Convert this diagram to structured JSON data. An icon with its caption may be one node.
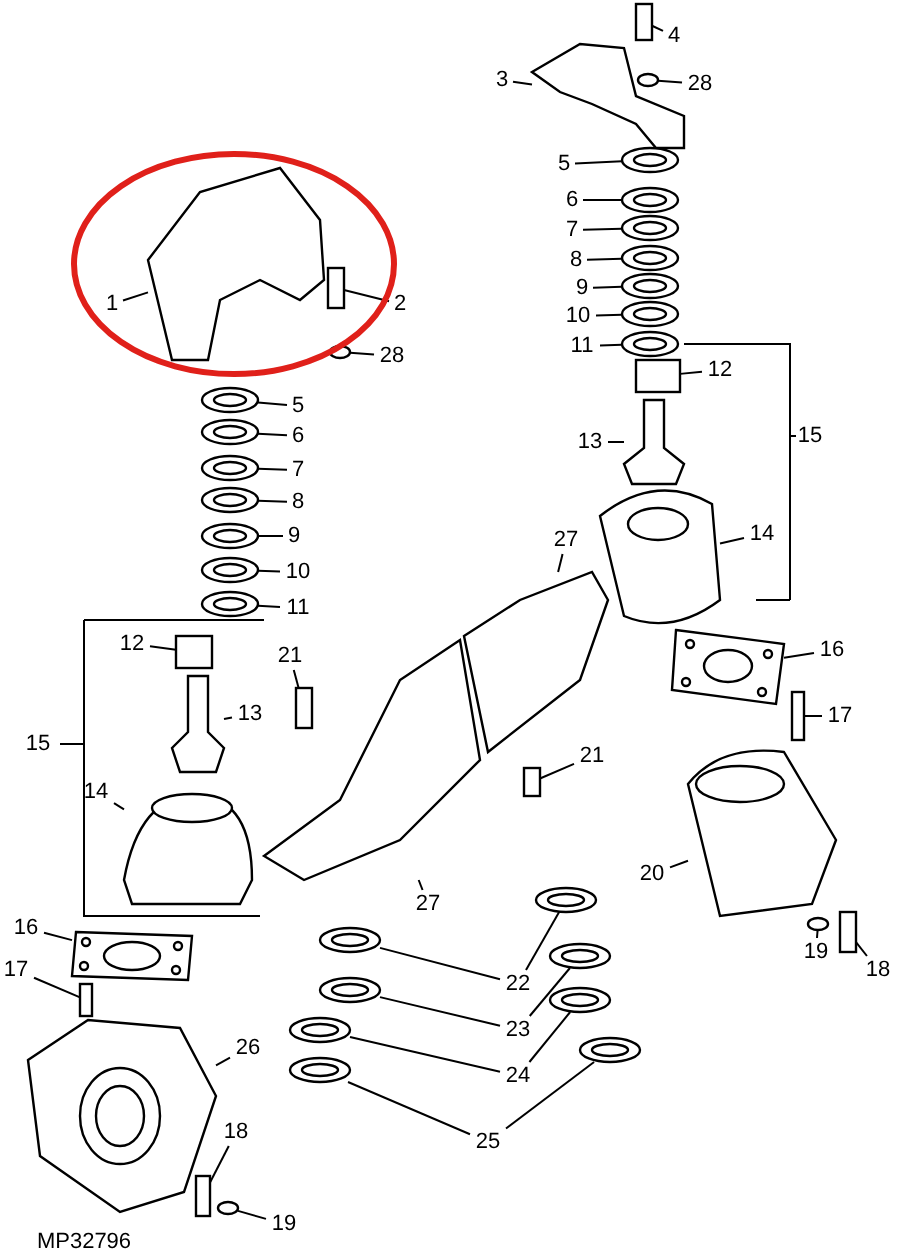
{
  "diagram": {
    "nodes": [
      {
        "text": [
          "4"
        ]
      },
      {
        "text": [
          "3"
        ]
      },
      {
        "text": [
          "28"
        ]
      },
      {
        "text": [
          "5"
        ]
      },
      {
        "text": [
          "6"
        ]
      },
      {
        "text": [
          "7"
        ]
      },
      {
        "text": [
          "8"
        ]
      },
      {
        "text": [
          "9"
        ]
      },
      {
        "text": [
          "10"
        ]
      },
      {
        "text": [
          "11"
        ]
      },
      {
        "text": [
          "1"
        ]
      },
      {
        "text": [
          "2"
        ]
      },
      {
        "text": [
          "28"
        ]
      },
      {
        "text": [
          "12"
        ]
      },
      {
        "text": [
          "5"
        ]
      },
      {
        "text": [
          "6"
        ]
      },
      {
        "text": [
          "13"
        ]
      },
      {
        "text": [
          "7"
        ]
      },
      {
        "text": [
          "8"
        ]
      },
      {
        "text": [
          "14"
        ]
      },
      {
        "text": [
          "9"
        ]
      },
      {
        "text": [
          "27"
        ]
      },
      {
        "text": [
          "10"
        ]
      },
      {
        "text": [
          "11"
        ]
      },
      {
        "text": [
          "12"
        ]
      },
      {
        "text": [
          "16"
        ]
      },
      {
        "text": [
          "21"
        ]
      },
      {
        "text": [
          "17"
        ]
      },
      {
        "text": [
          "13"
        ]
      },
      {
        "text": [
          "21"
        ]
      },
      {
        "text": [
          "14"
        ]
      },
      {
        "text": [
          "27"
        ]
      },
      {
        "text": [
          "20"
        ]
      },
      {
        "text": [
          "16"
        ]
      },
      {
        "text": [
          "19"
        ]
      },
      {
        "text": [
          "17"
        ]
      },
      {
        "text": [
          "18"
        ]
      },
      {
        "text": [
          "22"
        ]
      },
      {
        "text": [
          "23"
        ]
      },
      {
        "text": [
          "26"
        ]
      },
      {
        "text": [
          "24"
        ]
      },
      {
        "text": [
          "18"
        ]
      },
      {
        "text": [
          "25"
        ]
      },
      {
        "text": [
          "19"
        ]
      },
      {
        "text": [],
        "shape": "box"
      },
      {
        "text": [],
        "shape": "picture"
      },
      {
        "text": [],
        "shape": "circle"
      },
      {
        "text": [],
        "shape": "picture"
      },
      {
        "text": [],
        "shape": "picture"
      },
      {
        "text": [],
        "shape": "picture"
      },
      {
        "text": [],
        "shape": "picture"
      },
      {
        "text": [],
        "shape": "picture"
      },
      {
        "text": [],
        "shape": "picture"
      },
      {
        "text": [],
        "shape": "picture"
      },
      {
        "text": [],
        "shape": "picture"
      },
      {
        "text": [],
        "shape": "box"
      },
      {
        "text": [],
        "shape": "circle"
      },
      {
        "text": [],
        "shape": "box"
      },
      {
        "text": [],
        "shape": "picture"
      },
      {
        "text": [],
        "shape": "picture"
      },
      {
        "text": [],
        "shape": "picture"
      },
      {
        "text": [],
        "shape": "picture"
      },
      {
        "text": [],
        "shape": "picture"
      },
      {
        "text": [],
        "shape": "picture"
      },
      {
        "text": [],
        "shape": "picture"
      },
      {
        "text": [],
        "shape": "picture"
      },
      {
        "text": [],
        "shape": "picture"
      },
      {
        "text": [],
        "shape": "picture"
      },
      {
        "text": [],
        "shape": "box"
      },
      {
        "text": [],
        "shape": "picture"
      },
      {
        "text": [],
        "shape": "box"
      },
      {
        "text": [],
        "shape": "box"
      },
      {
        "text": [],
        "shape": "picture"
      },
      {
        "text": [],
        "shape": "box"
      },
      {
        "text": [],
        "shape": "picture"
      },
      {
        "text": [],
        "shape": "picture"
      },
      {
        "text": [],
        "shape": "picture"
      },
      {
        "text": [],
        "shape": "picture"
      },
      {
        "text": [],
        "shape": "circle"
      },
      {
        "text": [],
        "shape": "box"
      },
      {
        "text": [],
        "shape": "box"
      },
      {
        "text": [],
        "shape": "picture"
      },
      {
        "text": [],
        "shape": "picture"
      },
      {
        "text": [],
        "shape": "picture"
      },
      {
        "text": [],
        "shape": "picture"
      },
      {
        "text": [],
        "shape": "picture"
      },
      {
        "text": [],
        "shape": "picture"
      },
      {
        "text": [],
        "shape": "picture"
      },
      {
        "text": [],
        "shape": "box"
      },
      {
        "text": [],
        "shape": "picture"
      },
      {
        "text": [],
        "shape": "picture"
      },
      {
        "text": [],
        "shape": "circle"
      }
    ],
    "edges": [
      {
        "from": 0,
        "to": 44,
        "arrow": "none"
      },
      {
        "from": 1,
        "to": 45,
        "arrow": "none"
      },
      {
        "from": 2,
        "to": 46,
        "arrow": "none"
      },
      {
        "from": 3,
        "to": 47,
        "arrow": "none"
      },
      {
        "from": 4,
        "to": 48,
        "arrow": "none"
      },
      {
        "from": 5,
        "to": 49,
        "arrow": "none"
      },
      {
        "from": 6,
        "to": 50,
        "arrow": "none"
      },
      {
        "from": 7,
        "to": 51,
        "arrow": "none"
      },
      {
        "from": 8,
        "to": 52,
        "arrow": "none"
      },
      {
        "from": 9,
        "to": 53,
        "arrow": "none"
      },
      {
        "from": 10,
        "to": 54,
        "arrow": "none"
      },
      {
        "from": 11,
        "to": 55,
        "arrow": "none"
      },
      {
        "from": 12,
        "to": 56,
        "arrow": "none"
      },
      {
        "from": 13,
        "to": 57,
        "arrow": "none"
      },
      {
        "from": 14,
        "to": 58,
        "arrow": "none"
      },
      {
        "from": 15,
        "to": 59,
        "arrow": "none"
      },
      {
        "from": 16,
        "to": 60,
        "arrow": "none"
      },
      {
        "from": 17,
        "to": 61,
        "arrow": "none"
      },
      {
        "from": 18,
        "to": 62,
        "arrow": "none"
      },
      {
        "from": 19,
        "to": 63,
        "arrow": "none"
      },
      {
        "from": 20,
        "to": 64,
        "arrow": "none"
      },
      {
        "from": 21,
        "to": 65,
        "arrow": "none"
      },
      {
        "from": 22,
        "to": 66,
        "arrow": "none"
      },
      {
        "from": 23,
        "to": 67,
        "arrow": "none"
      },
      {
        "from": 24,
        "to": 68,
        "arrow": "none"
      },
      {
        "from": 25,
        "to": 69,
        "arrow": "none"
      },
      {
        "from": 26,
        "to": 70,
        "arrow": "none"
      },
      {
        "from": 27,
        "to": 71,
        "arrow": "none"
      },
      {
        "from": 28,
        "to": 72,
        "arrow": "none"
      },
      {
        "from": 29,
        "to": 73,
        "arrow": "none"
      },
      {
        "from": 30,
        "to": 74,
        "arrow": "none"
      },
      {
        "from": 31,
        "to": 75,
        "arrow": "none"
      },
      {
        "from": 32,
        "to": 76,
        "arrow": "none"
      },
      {
        "from": 33,
        "to": 77,
        "arrow": "none"
      },
      {
        "from": 34,
        "to": 78,
        "arrow": "none"
      },
      {
        "from": 35,
        "to": 79,
        "arrow": "none"
      },
      {
        "from": 36,
        "to": 80,
        "arrow": "none"
      },
      {
        "from": 37,
        "to": 81,
        "arrow": "none"
      },
      {
        "from": 37,
        "to": 82,
        "arrow": "none"
      },
      {
        "from": 38,
        "to": 83,
        "arrow": "none"
      },
      {
        "from": 38,
        "to": 84,
        "arrow": "none"
      },
      {
        "from": 39,
        "to": 85,
        "arrow": "none"
      },
      {
        "from": 40,
        "to": 86,
        "arrow": "none"
      },
      {
        "from": 40,
        "to": 87,
        "arrow": "none"
      },
      {
        "from": 41,
        "to": 88,
        "arrow": "none"
      },
      {
        "from": 42,
        "to": 89,
        "arrow": "none"
      },
      {
        "from": 42,
        "to": 90,
        "arrow": "none"
      },
      {
        "from": 43,
        "to": 91,
        "arrow": "none"
      }
    ],
    "labels": [
      "15",
      "15",
      "MP32796"
    ]
  }
}
